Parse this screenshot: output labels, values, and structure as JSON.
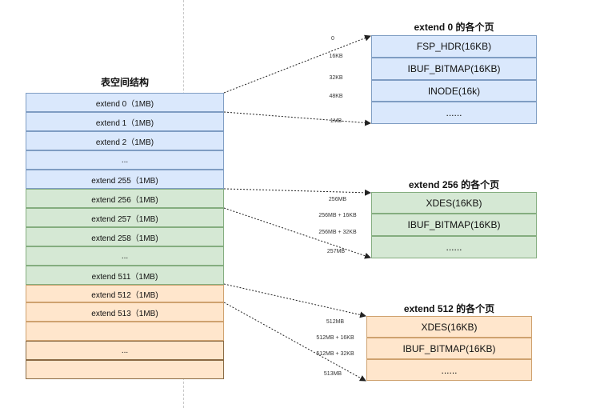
{
  "table_title": "表空间结构",
  "extents": [
    {
      "label": "extend 0（1MB)",
      "color": "blue"
    },
    {
      "label": "extend 1（1MB)",
      "color": "blue"
    },
    {
      "label": "extend 2（1MB)",
      "color": "blue"
    },
    {
      "label": "...",
      "color": "blue"
    },
    {
      "label": "extend 255（1MB)",
      "color": "blue"
    },
    {
      "label": "extend 256（1MB)",
      "color": "green"
    },
    {
      "label": "extend 257（1MB)",
      "color": "green"
    },
    {
      "label": "extend 258（1MB)",
      "color": "green"
    },
    {
      "label": "...",
      "color": "green"
    },
    {
      "label": "extend 511（1MB)",
      "color": "green"
    },
    {
      "label": "extend 512（1MB)",
      "color": "orange"
    },
    {
      "label": "extend 513（1MB)",
      "color": "orange"
    },
    {
      "label": "",
      "color": "orange"
    },
    {
      "label": "...",
      "color": "orange"
    },
    {
      "label": "",
      "color": "orange"
    }
  ],
  "groups": [
    {
      "title": "extend 0 的各个页",
      "color": "blue",
      "pages": [
        "FSP_HDR(16KB)",
        "IBUF_BITMAP(16KB)",
        "INODE(16k)",
        "......"
      ],
      "offsets": [
        "0",
        "16KB",
        "32KB",
        "48KB",
        "1MB"
      ]
    },
    {
      "title": "extend 256 的各个页",
      "color": "green",
      "pages": [
        "XDES(16KB)",
        "IBUF_BITMAP(16KB)",
        "......"
      ],
      "offsets": [
        "256MB",
        "256MB + 16KB",
        "256MB + 32KB",
        "257MB"
      ]
    },
    {
      "title": "extend 512 的各个页",
      "color": "orange",
      "pages": [
        "XDES(16KB)",
        "IBUF_BITMAP(16KB)",
        "......"
      ],
      "offsets": [
        "512MB",
        "512MB + 16KB",
        "512MB + 32KB",
        "513MB"
      ]
    }
  ],
  "colors": {
    "blue": "#dae8fc",
    "green": "#d5e8d4",
    "orange": "#ffe6cc",
    "line": "#222222"
  }
}
